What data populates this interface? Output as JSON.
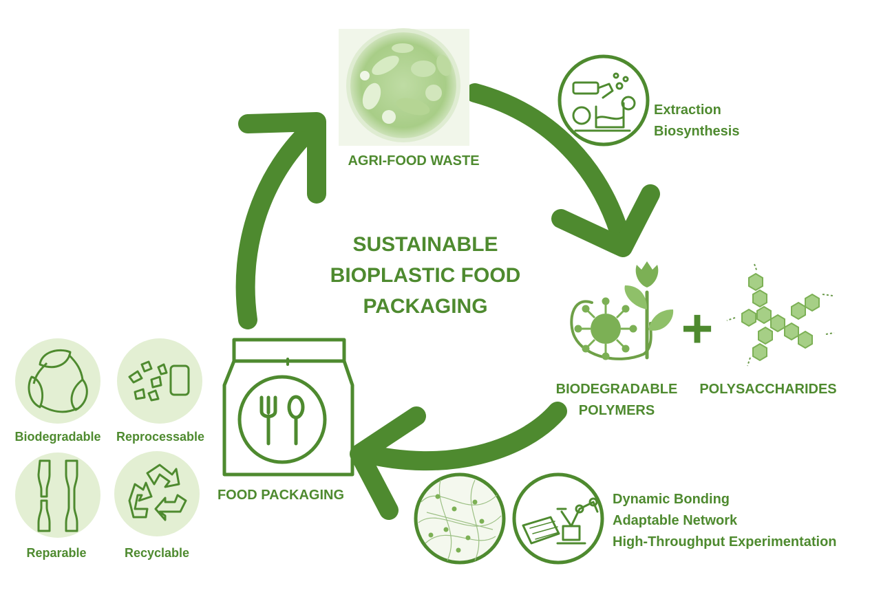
{
  "colors": {
    "primary": "#4e8a2f",
    "light_fill": "#e3efd3",
    "pale_fill": "#eef5e4",
    "node_fill": "#8fc069"
  },
  "center": {
    "line1": "SUSTAINABLE",
    "line2": "BIOPLASTIC FOOD",
    "line3": "PACKAGING"
  },
  "nodes": {
    "waste": {
      "label": "AGRI-FOOD WASTE"
    },
    "extraction": {
      "line1": "Extraction",
      "line2": "Biosynthesis"
    },
    "polymers": {
      "line1": "BIODEGRADABLE",
      "line2": "POLYMERS"
    },
    "polysaccharides": {
      "label": "POLYSACCHARIDES"
    },
    "plus": "+",
    "methods": {
      "line1": "Dynamic Bonding",
      "line2": "Adaptable Network",
      "line3": "High-Throughput Experimentation"
    },
    "packaging": {
      "label": "FOOD PACKAGING"
    }
  },
  "properties": [
    {
      "label": "Biodegradable",
      "icon": "leaf-cycle-icon"
    },
    {
      "label": "Reprocessable",
      "icon": "shred-icon"
    },
    {
      "label": "Reparable",
      "icon": "dogbone-specimen-icon"
    },
    {
      "label": "Recyclable",
      "icon": "recycle-icon"
    }
  ]
}
